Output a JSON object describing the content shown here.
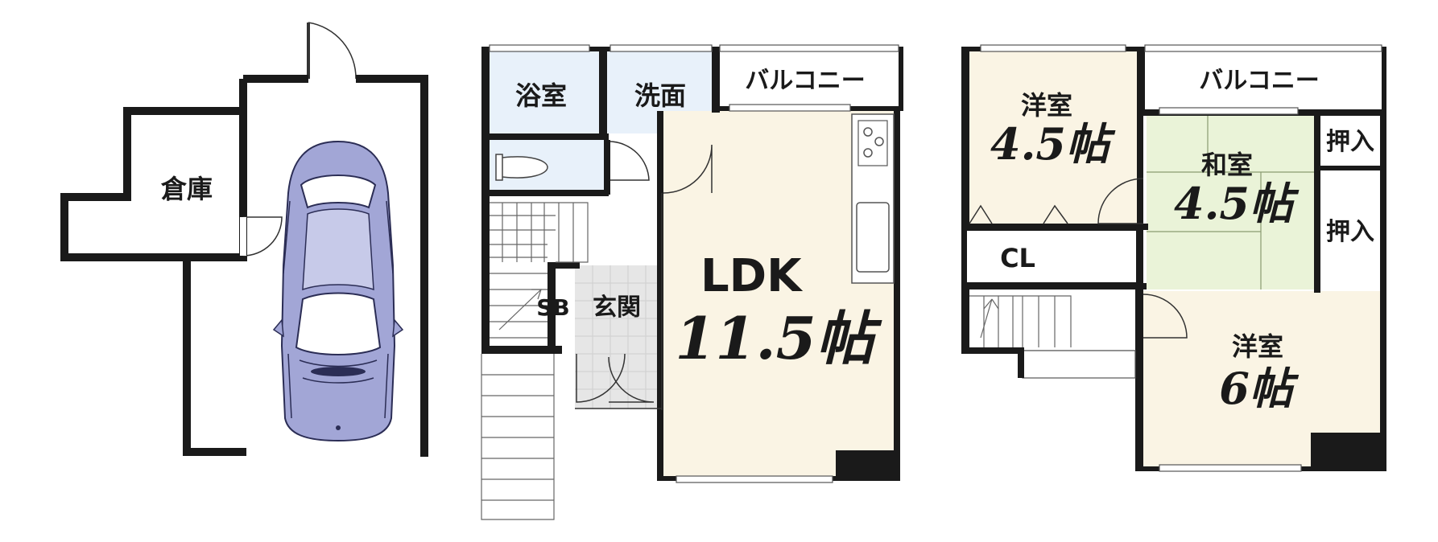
{
  "ground_floor": {
    "storage_label": "倉庫"
  },
  "first_floor": {
    "bath_label": "浴室",
    "washroom_label": "洗面",
    "balcony_label": "バルコニー",
    "ldk_label": "LDK",
    "ldk_size": "11.5帖",
    "sb_label": "SB",
    "entrance_label": "玄関"
  },
  "second_floor": {
    "balcony_label": "バルコニー",
    "western_room_a_label": "洋室",
    "western_room_a_size": "4.5帖",
    "closet_label": "CL",
    "japanese_room_label": "和室",
    "japanese_room_size": "4.5帖",
    "oshiire_top_label": "押入",
    "oshiire_bottom_label": "押入",
    "western_room_b_label": "洋室",
    "western_room_b_size": "6帖"
  },
  "colors": {
    "ldk_floor": "#faf4e4",
    "wet_area": "#e8f1fa",
    "western_room": "#faf4e4",
    "japanese_room": "#eaf3d8",
    "entrance_tile": "#e6e6e6",
    "car_body": "#a2a6d6",
    "wall": "#1a1a1a"
  }
}
